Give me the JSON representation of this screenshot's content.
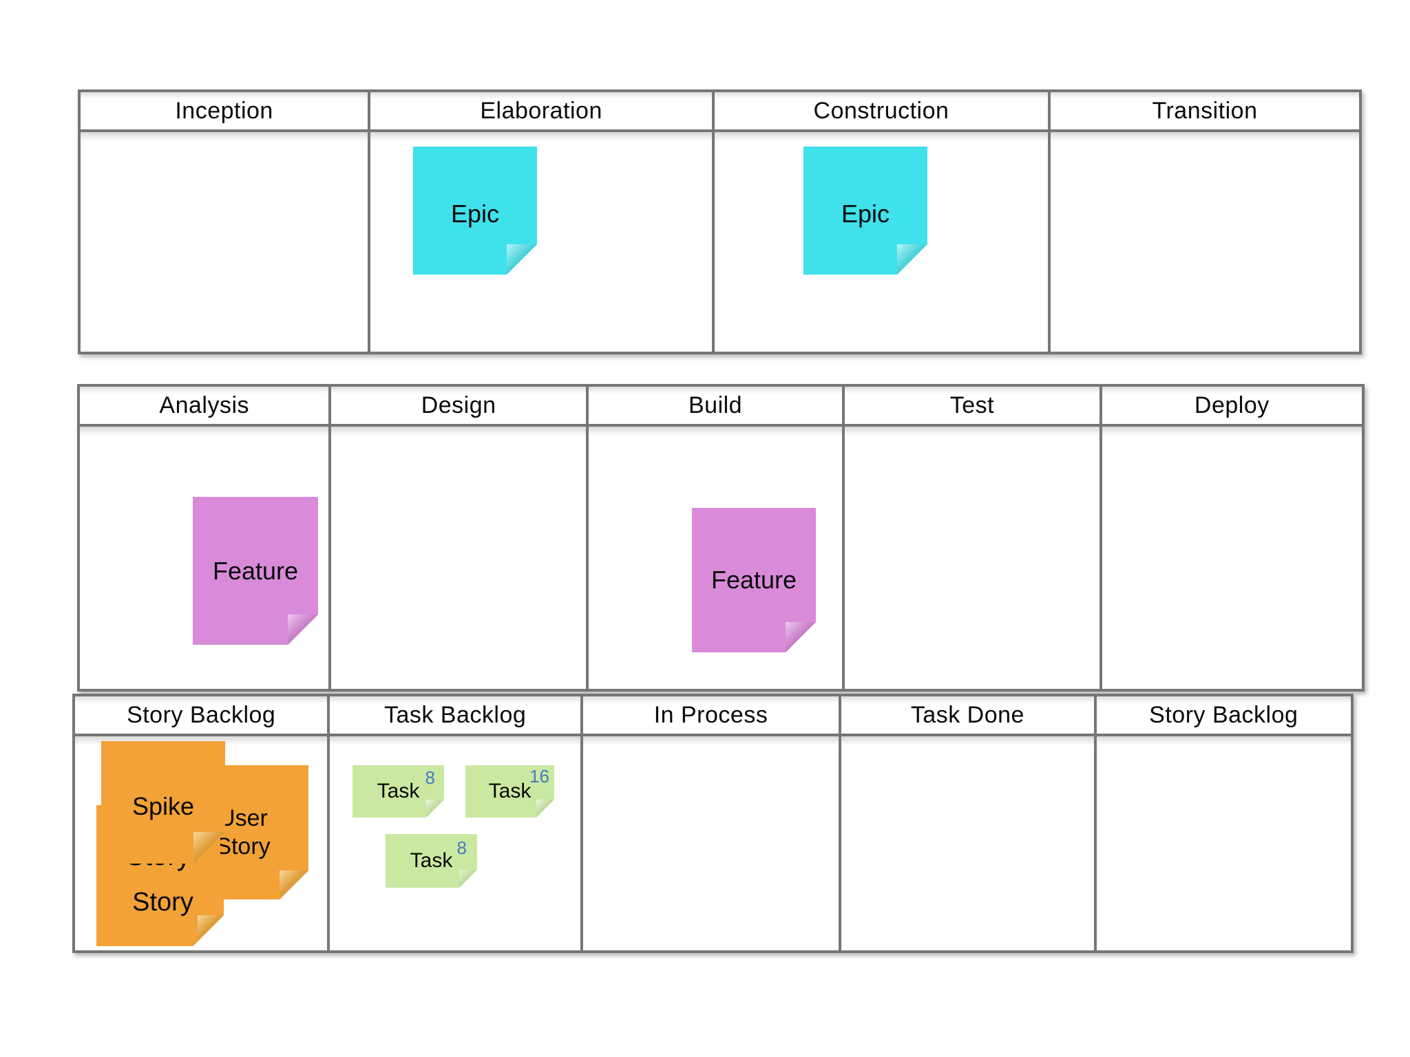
{
  "tables": [
    {
      "name": "phase-table",
      "columns": [
        {
          "label": "Inception"
        },
        {
          "label": "Elaboration"
        },
        {
          "label": "Construction"
        },
        {
          "label": "Transition"
        }
      ]
    },
    {
      "name": "stage-table",
      "columns": [
        {
          "label": "Analysis"
        },
        {
          "label": "Design"
        },
        {
          "label": "Build"
        },
        {
          "label": "Test"
        },
        {
          "label": "Deploy"
        }
      ]
    },
    {
      "name": "kanban-table",
      "columns": [
        {
          "label": "Story Backlog"
        },
        {
          "label": "Task Backlog"
        },
        {
          "label": "In Process"
        },
        {
          "label": "Task Done"
        },
        {
          "label": "Story Backlog"
        }
      ]
    }
  ],
  "notes": {
    "epic_elaboration": {
      "label": "Epic",
      "color": "#3fe1eb"
    },
    "epic_construction": {
      "label": "Epic",
      "color": "#3fe1eb"
    },
    "feature_analysis": {
      "label": "Feature",
      "color": "#d98bda"
    },
    "feature_build": {
      "label": "Feature",
      "color": "#d98bda"
    },
    "spike": {
      "label": "Spike",
      "color": "#f2a237"
    },
    "user_story": {
      "label": "User Story",
      "color": "#f2a237"
    },
    "story_hidden": {
      "label": "Story",
      "color": "#f2a237"
    },
    "story": {
      "label": "Story",
      "color": "#f2a237"
    },
    "task_1": {
      "label": "Task",
      "points": "8",
      "color": "#cbe8a2"
    },
    "task_2": {
      "label": "Task",
      "points": "16",
      "color": "#cbe8a2"
    },
    "task_3": {
      "label": "Task",
      "points": "8",
      "color": "#cbe8a2"
    }
  },
  "colors": {
    "epic_cyan": "#3fe1eb",
    "feature_purple": "#d98bda",
    "story_orange": "#f2a237",
    "task_green": "#cbe8a2",
    "points_blue": "#4779be",
    "table_border": "#767676"
  }
}
